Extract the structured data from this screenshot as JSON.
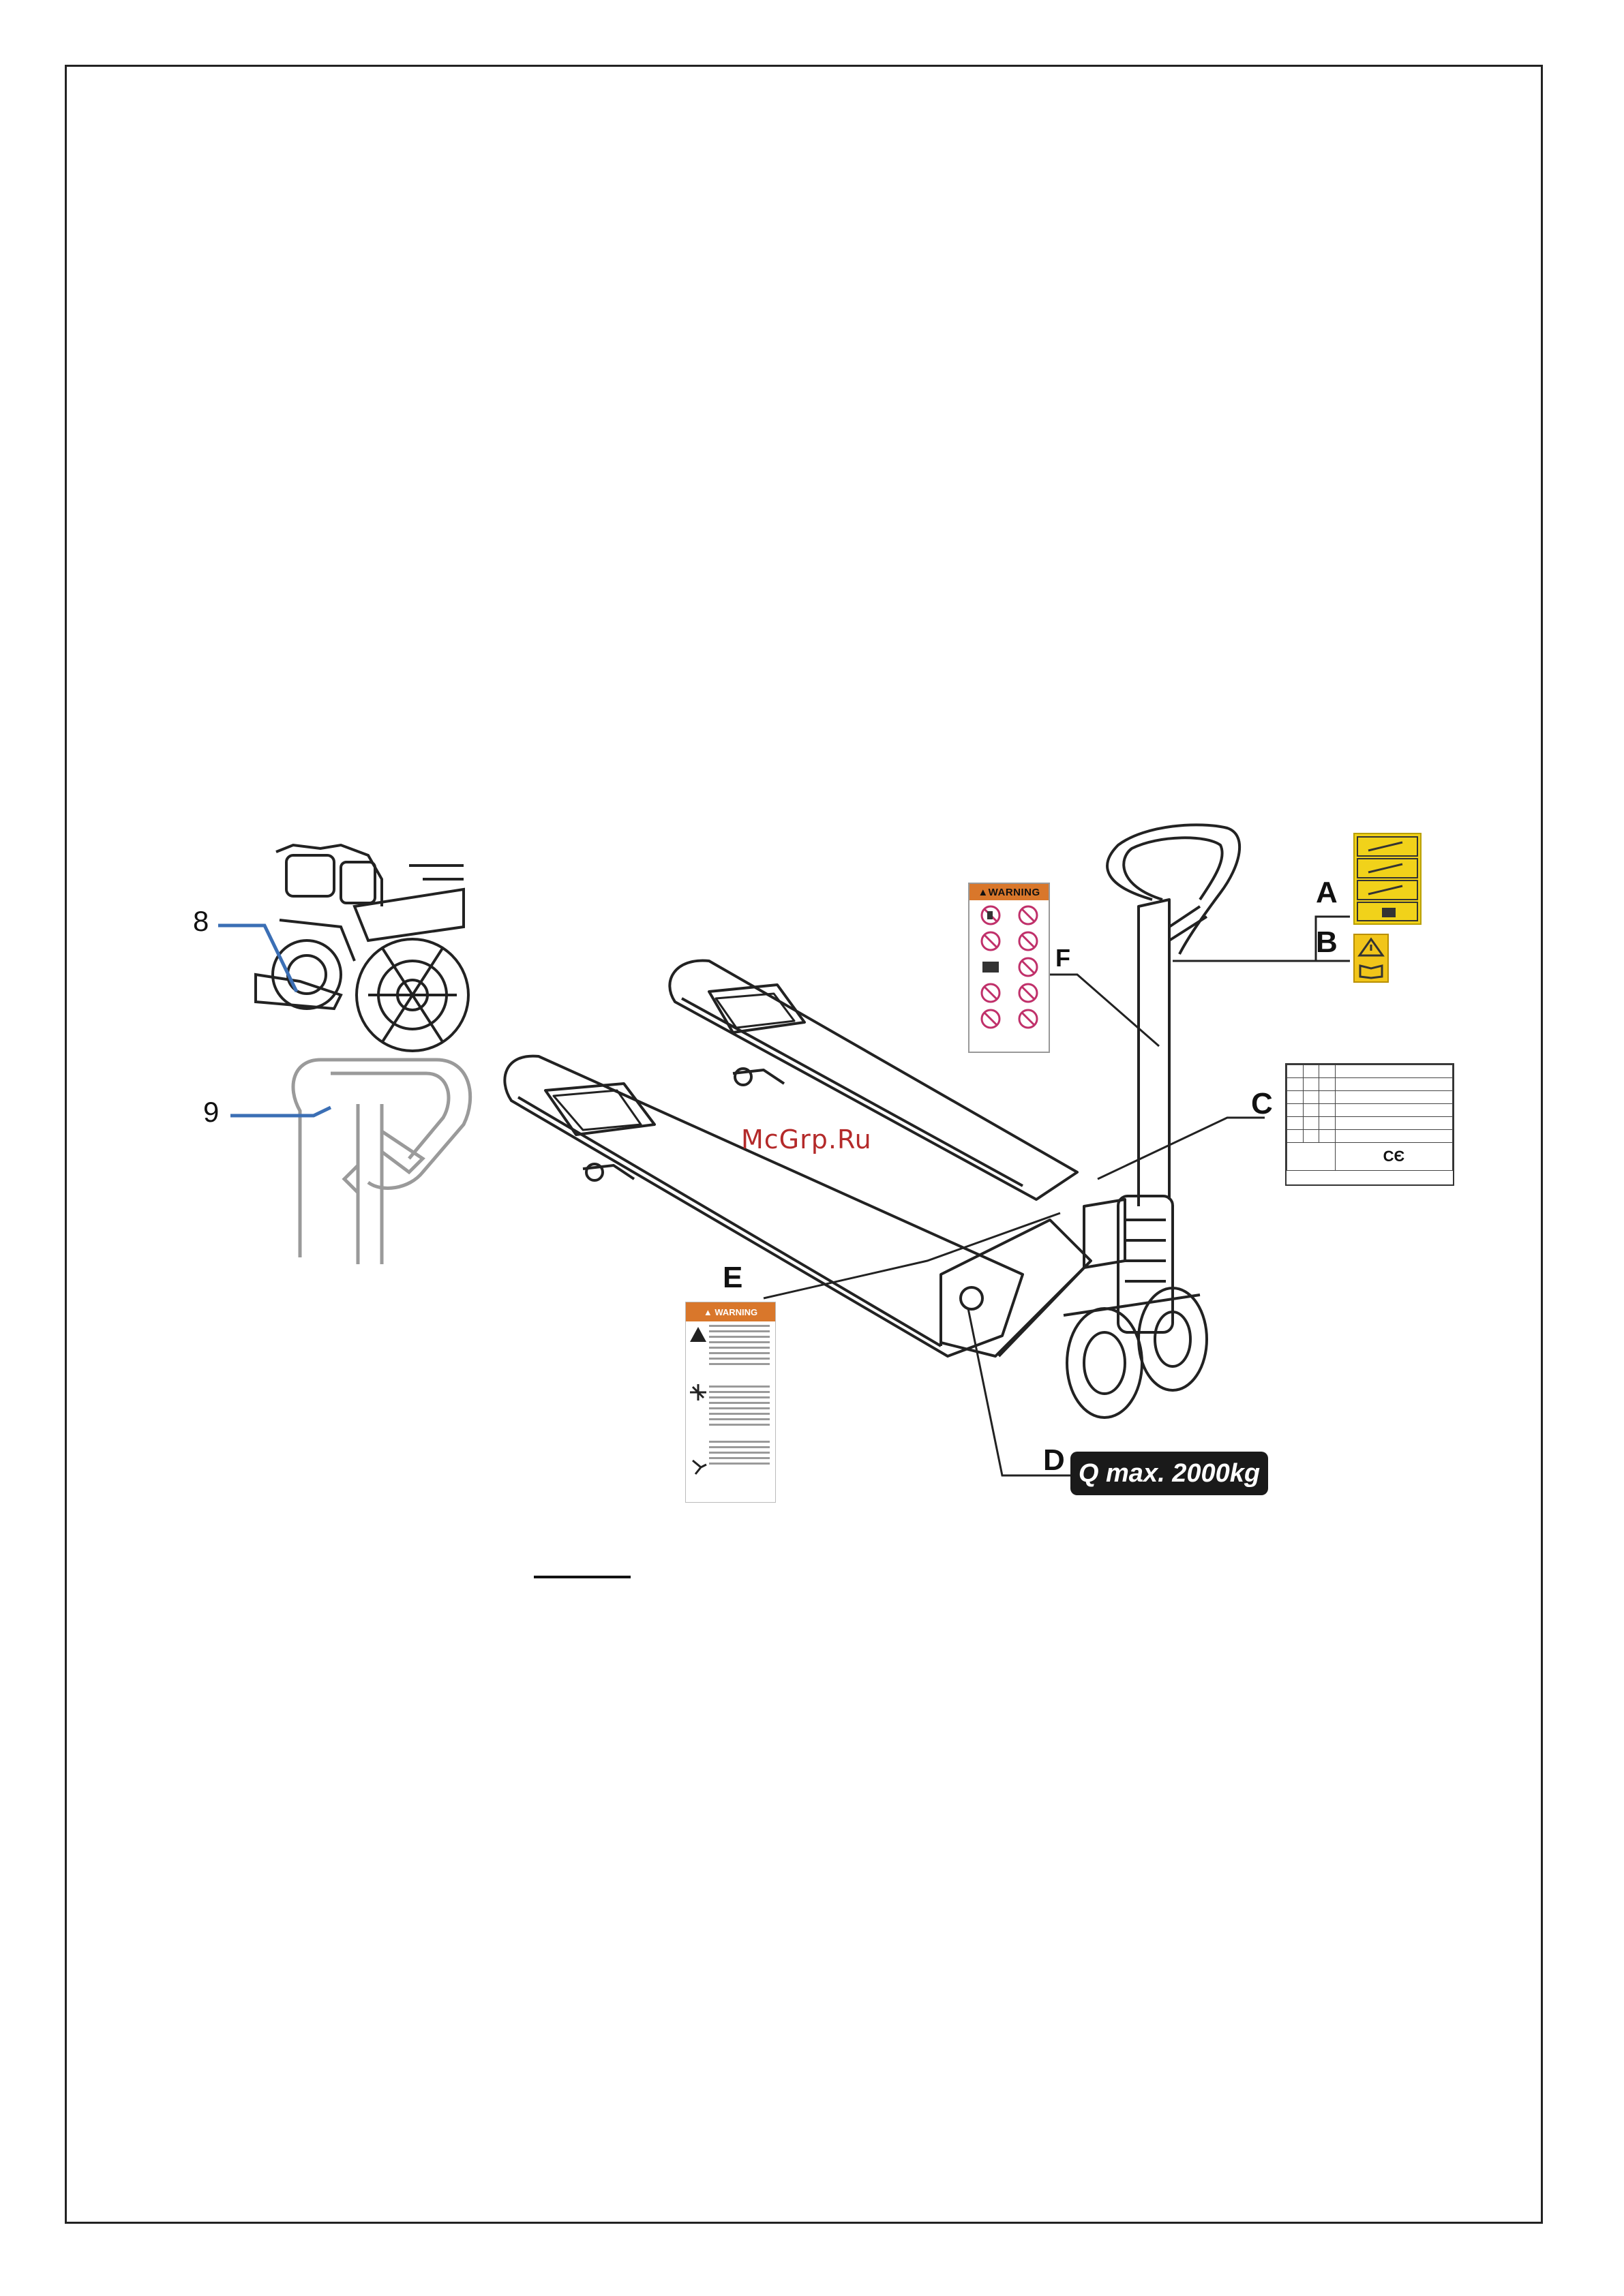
{
  "figure": {
    "callout_numbers": [
      "8",
      "9"
    ],
    "label_letters": [
      "A",
      "B",
      "C",
      "D",
      "E",
      "F"
    ],
    "warning_header": "WARNING",
    "load_plate": "Q max. 2000kg",
    "watermark": "McGrp.Ru"
  },
  "colors": {
    "callout_line": "#3b6fb5",
    "warning_orange": "#d9772b",
    "decal_yellow": "#f1d21a",
    "nameplate_blue": "#1a2ed1",
    "nameplate_red": "#d11a1a",
    "watermark": "#b42a2a"
  }
}
